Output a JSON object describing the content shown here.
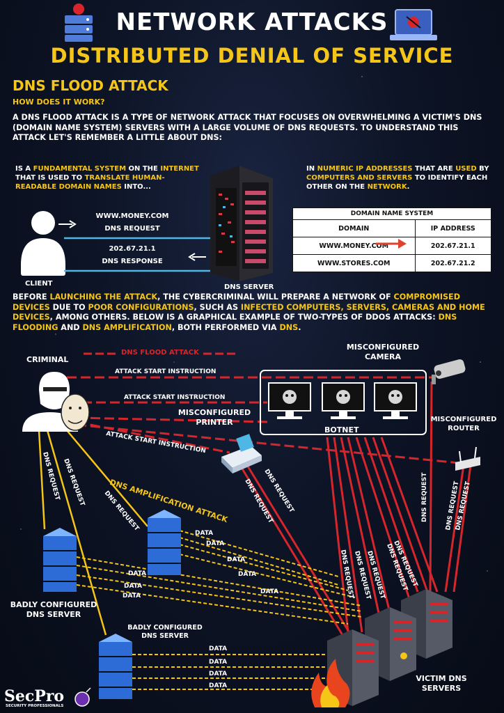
{
  "header": {
    "title": "NETWORK ATTACKS",
    "subtitle": "DISTRIBUTED DENIAL OF SERVICE"
  },
  "section": {
    "heading": "DNS FLOOD ATTACK",
    "question": "HOW DOES IT WORK?",
    "intro": "A DNS FLOOD ATTACK IS A TYPE OF NETWORK ATTACK THAT FOCUSES ON OVERWHELMING A VICTIM'S DNS (DOMAIN NAME SYSTEM) SERVERS WITH A LARGE VOLUME OF DNS REQUESTS. TO UNDERSTAND THIS ATTACK LET'S REMEMBER A LITTLE ABOUT DNS:"
  },
  "dns_left": {
    "p1": "IS A ",
    "h1": "FUNDAMENTAL SYSTEM",
    "p2": " ON THE ",
    "h2": "INTERNET",
    "p3": " THAT IS USED TO ",
    "h3": "TRANSLATE HUMAN-READABLE DOMAIN NAMES",
    "p4": " INTO..."
  },
  "dns_right": {
    "p1": "IN ",
    "h1": "NUMERIC IP ADDRESSES",
    "p2": " THAT ARE ",
    "h2": "USED",
    "p3": " BY ",
    "h3": "COMPUTERS AND SERVERS",
    "p4": " TO IDENTIFY EACH OTHER ON THE ",
    "h4": "NETWORK",
    "p5": "."
  },
  "exchange": {
    "domain": "WWW.MONEY.COM",
    "request": "DNS REQUEST",
    "ip": "202.67.21.1",
    "response": "DNS RESPONSE",
    "client": "CLIENT",
    "server": "DNS SERVER"
  },
  "dns_table": {
    "caption": "DOMAIN NAME SYSTEM",
    "col_domain": "DOMAIN",
    "col_ip": "IP ADDRESS",
    "rows": [
      {
        "domain": "WWW.MONEY.COM",
        "ip": "202.67.21.1"
      },
      {
        "domain": "WWW.STORES.COM",
        "ip": "202.67.21.2"
      }
    ]
  },
  "before": {
    "p1": "BEFORE ",
    "h1": "LAUNCHING THE ATTACK",
    "p2": ", THE CYBERCRIMINAL WILL PREPARE A NETWORK OF ",
    "h2": "COMPROMISED DEVICES",
    "p3": " DUE TO ",
    "h3": "POOR CONFIGURATIONS",
    "p4": ", SUCH AS ",
    "h4": "INFECTED COMPUTERS, SERVERS, CAMERAS AND HOME DEVICES",
    "p5": ", AMONG OTHERS. BELOW IS A GRAPHICAL EXAMPLE OF TWO-TYPES OF DDOS ATTACKS: ",
    "h5": "DNS FLOODING",
    "p6": " AND ",
    "h6": "DNS AMPLIFICATION",
    "p7": ", BOTH PERFORMED VIA ",
    "h7": "DNS",
    "p8": "."
  },
  "diagram": {
    "flood_label": "DNS FLOOD ATTACK",
    "amp_label": "DNS AMPLIFICATION ATTACK",
    "criminal": "CRIMINAL",
    "camera": "MISCONFIGURED CAMERA",
    "printer": "MISCONFIGURED PRINTER",
    "router": "MISCONFIGURED ROUTER",
    "botnet": "BOTNET",
    "badly_dns_1": "BADLY CONFIGURED DNS SERVER",
    "badly_dns_2": "BADLY CONFIGURED DNS SERVER",
    "victim": "VICTIM DNS SERVERS",
    "attack_instruction": "ATTACK START INSTRUCTION",
    "dns_request": "DNS REQUEST",
    "data": "DATA"
  },
  "brand": {
    "name": "SecPro",
    "tagline": "SECURITY PROFESSIONALS"
  },
  "colors": {
    "accent": "#f5c518",
    "flood_red": "#d7262b",
    "info_blue": "#4fb7e6",
    "background": "#0b1220"
  }
}
